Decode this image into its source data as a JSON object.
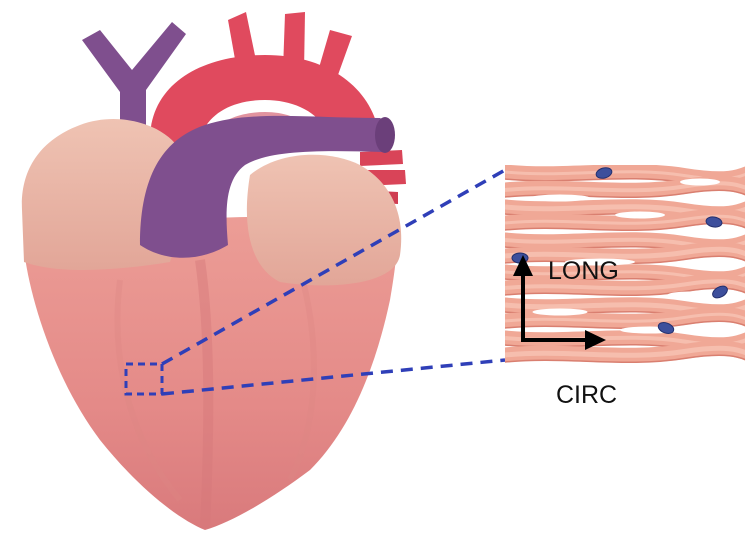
{
  "labels": {
    "long": "LONG",
    "circ": "CIRC"
  },
  "colors": {
    "ventricle": "#e58f8c",
    "atria": "#e9b7a8",
    "aorta": "#e04a5e",
    "vessels_purple": "#7f4f8e",
    "callout_dashes": "#2f3fb8",
    "muscle_fiber": "#f0a896",
    "nuclei": "#3d4f9c",
    "arrows": "#000000"
  },
  "icons": {
    "heart": "heart-illustration",
    "tissue": "muscle-fiber-inset",
    "long_arrow": "arrow-up-icon",
    "circ_arrow": "arrow-right-icon"
  }
}
